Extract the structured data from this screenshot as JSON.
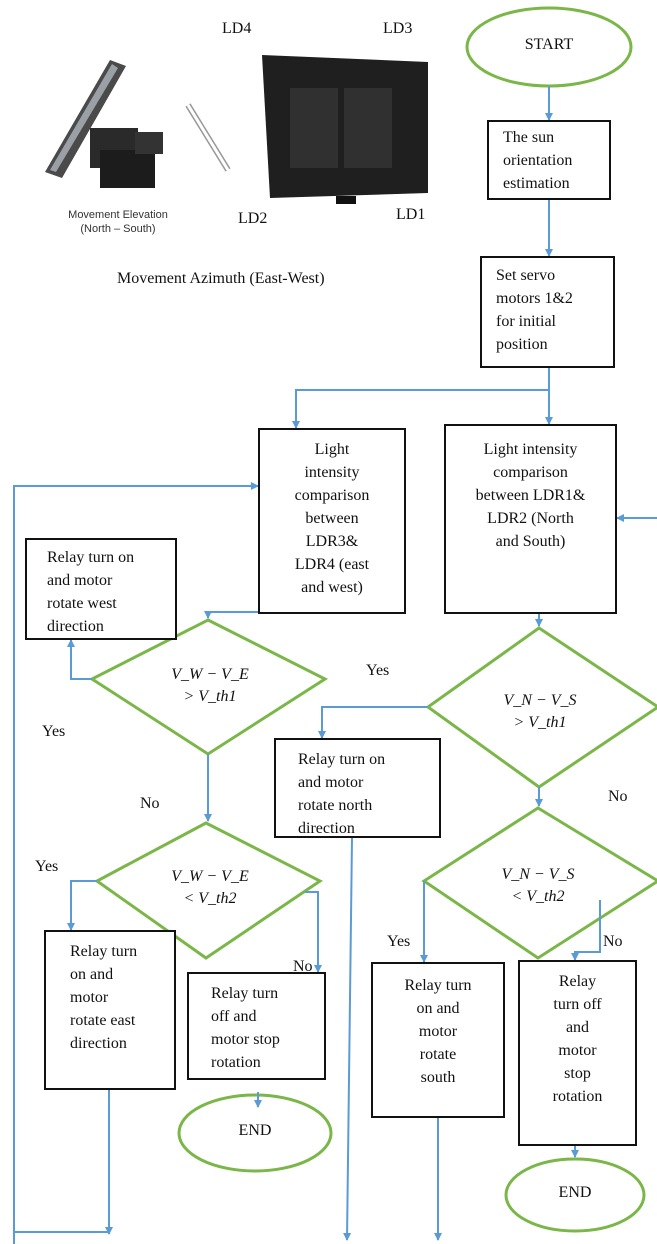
{
  "photo": {
    "ld4": "LD4",
    "ld3": "LD3",
    "ld2": "LD2",
    "ld1": "LD1",
    "caption_elevation": "Movement Elevation\n(North – South)",
    "caption_azimuth": "Movement Azimuth (East-West)"
  },
  "flowchart": {
    "start": "START",
    "sun_estimation": "The sun\norientation\nestimation",
    "set_servo": "Set servo\nmotors 1&2\nfor initial\nposition",
    "compare_east_west": "Light\nintensity\ncomparison\nbetween\nLDR3&\nLDR4 (east\nand west)",
    "compare_north_south": "Light intensity\ncomparison\nbetween LDR1&\nLDR2 (North\nand South)",
    "relay_west": "Relay turn on\nand motor\nrotate west\ndirection",
    "decision_we_gt": "V_W − V_E\n> V_th1",
    "decision_ns_gt": "V_N − V_S\n> V_th1",
    "relay_north": "Relay turn on\nand motor\nrotate north\ndirection",
    "decision_we_lt": "V_W − V_E\n< V_th2",
    "decision_ns_lt": "V_N − V_S\n< V_th2",
    "relay_east": "Relay turn\non and\nmotor\nrotate east\ndirection",
    "relay_stop_left": "Relay turn\noff and\nmotor stop\nrotation",
    "relay_south": "Relay turn\non and\nmotor\nrotate\nsouth",
    "relay_stop_right": "Relay\nturn off\nand\nmotor\nstop\nrotation",
    "end_left": "END",
    "end_right": "END",
    "yes": "Yes",
    "no": "No"
  },
  "colors": {
    "terminal_border": "#7ab648",
    "arrow": "#5b9bd5",
    "box_border": "#111111"
  }
}
